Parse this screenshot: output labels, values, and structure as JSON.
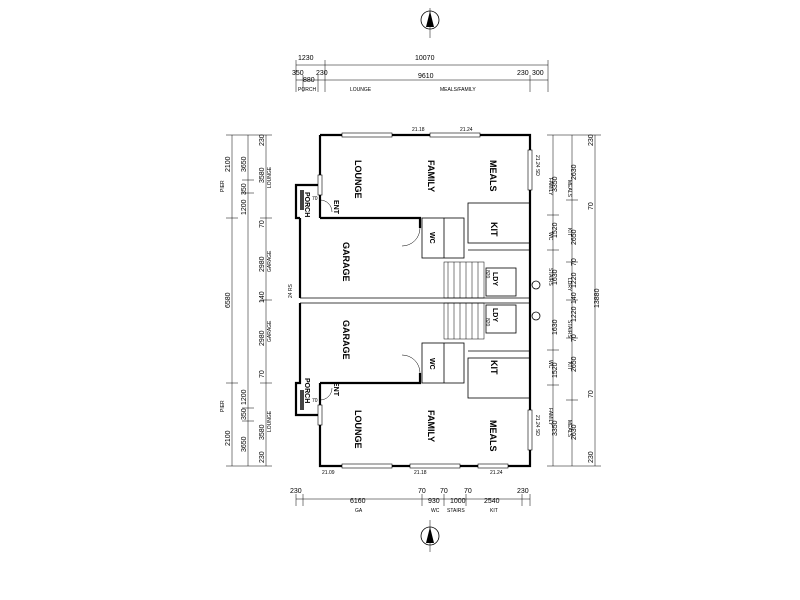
{
  "north": {
    "label": "A"
  },
  "top_dims": {
    "overall": [
      "1230",
      "10070"
    ],
    "detail": [
      "350",
      "880",
      "230",
      "9610",
      "230",
      "300"
    ],
    "labels": [
      "PORCH",
      "LOUNGE",
      "MEALS/FAMILY"
    ]
  },
  "bottom_dims": {
    "values": [
      "230",
      "6160",
      "70",
      "930",
      "70",
      "1000",
      "70",
      "2540",
      "230"
    ],
    "labels": [
      "GA",
      "WC",
      "STAIRS",
      "KIT"
    ]
  },
  "left_dims": {
    "outer": [
      "2100",
      "6580",
      "2100"
    ],
    "mid": [
      "3650",
      "350",
      "1200",
      "1200",
      "350",
      "3650"
    ],
    "inner": [
      "230",
      "3580",
      "70",
      "2980",
      "140",
      "2980",
      "70",
      "3580",
      "230"
    ],
    "labels": [
      "PIER",
      "LOUNGE",
      "GARAGE",
      "GARAGE",
      "LOUNGE",
      "PIER"
    ]
  },
  "right_dims": {
    "overall": "13880",
    "inner": [
      "230",
      "2630",
      "70",
      "2650",
      "70",
      "1220",
      "140",
      "1220",
      "70",
      "2650",
      "70",
      "2630",
      "230"
    ],
    "mid": [
      "3350",
      "1520",
      "1630",
      "1630",
      "1520",
      "3350"
    ],
    "labels": [
      "MEALS",
      "KIT",
      "LDRY",
      "STAIRS",
      "KIT",
      "MEALS",
      "FAMILY",
      "WC",
      "STAIRS",
      "WC",
      "FAMILY"
    ]
  },
  "rooms": {
    "lounge_top": "LOUNGE",
    "family_top": "FAMILY",
    "meals_top": "MEALS",
    "porch_top": "PORCH",
    "ent_top": "ENT",
    "garage_top": "GARAGE",
    "wc_top": "WC",
    "kit_top": "KIT",
    "ldry_top": "LDY",
    "ldry_bottom": "LDY",
    "garage_bottom": "GARAGE",
    "kit_bottom": "KIT",
    "wc_bottom": "WC",
    "porch_bottom": "PORCH",
    "ent_bottom": "ENT",
    "lounge_bottom": "LOUNGE",
    "family_bottom": "FAMILY",
    "meals_bottom": "MEALS"
  },
  "window_marks": {
    "top": [
      "21.18",
      "21.24"
    ],
    "bottom": [
      "21.09",
      "21.18",
      "21.24"
    ],
    "right": [
      "21.24 SD",
      "21.24 SD"
    ],
    "left": "24 RS",
    "porch_top": "70",
    "porch_bottom": "70",
    "ldy_top": "820",
    "ldy_bottom": "820"
  }
}
